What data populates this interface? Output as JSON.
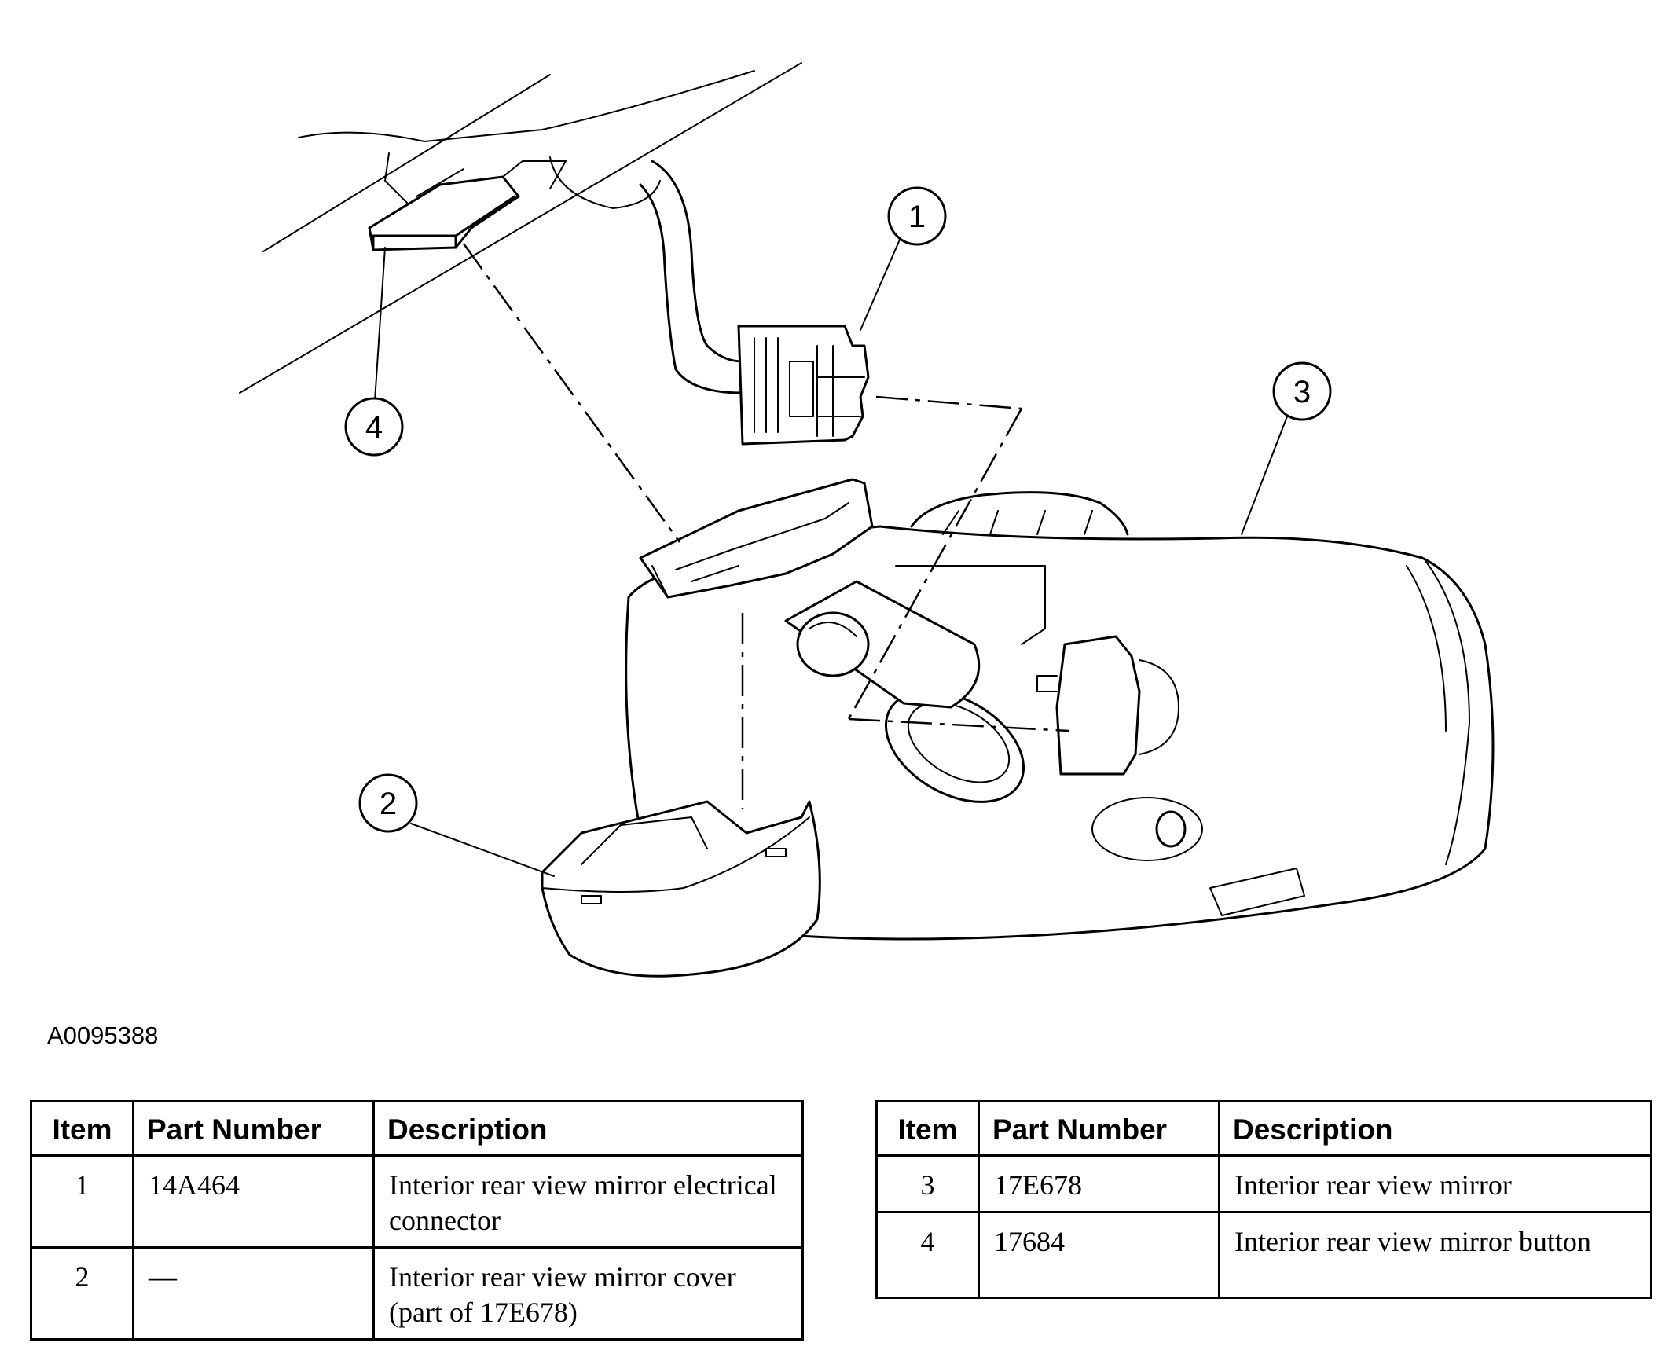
{
  "figure": {
    "id_label": "A0095388",
    "callouts": [
      "1",
      "2",
      "3",
      "4"
    ]
  },
  "tables": [
    {
      "headers": [
        "Item",
        "Part Number",
        "Description"
      ],
      "rows": [
        {
          "item": "1",
          "part_number": "14A464",
          "description": "Interior rear view mirror electrical connector"
        },
        {
          "item": "2",
          "part_number": "—",
          "description": "Interior rear view mirror cover (part of 17E678)"
        }
      ]
    },
    {
      "headers": [
        "Item",
        "Part Number",
        "Description"
      ],
      "rows": [
        {
          "item": "3",
          "part_number": "17E678",
          "description": "Interior rear view mirror"
        },
        {
          "item": "4",
          "part_number": "17684",
          "description": "Interior rear view mirror button"
        }
      ]
    }
  ]
}
